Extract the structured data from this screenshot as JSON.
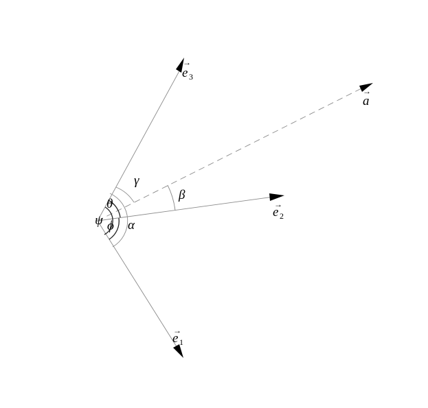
{
  "vectors": {
    "e1": {
      "base": "e",
      "arrow": "→",
      "sub": "1"
    },
    "e2": {
      "base": "e",
      "arrow": "→",
      "sub": "2"
    },
    "e3": {
      "base": "e",
      "arrow": "→",
      "sub": "3"
    },
    "a": {
      "base": "a",
      "arrow": "→"
    }
  },
  "angles": {
    "alpha": "α",
    "beta": "β",
    "gamma": "γ",
    "theta": "θ",
    "phi": "ϕ",
    "psi": "ψ"
  }
}
